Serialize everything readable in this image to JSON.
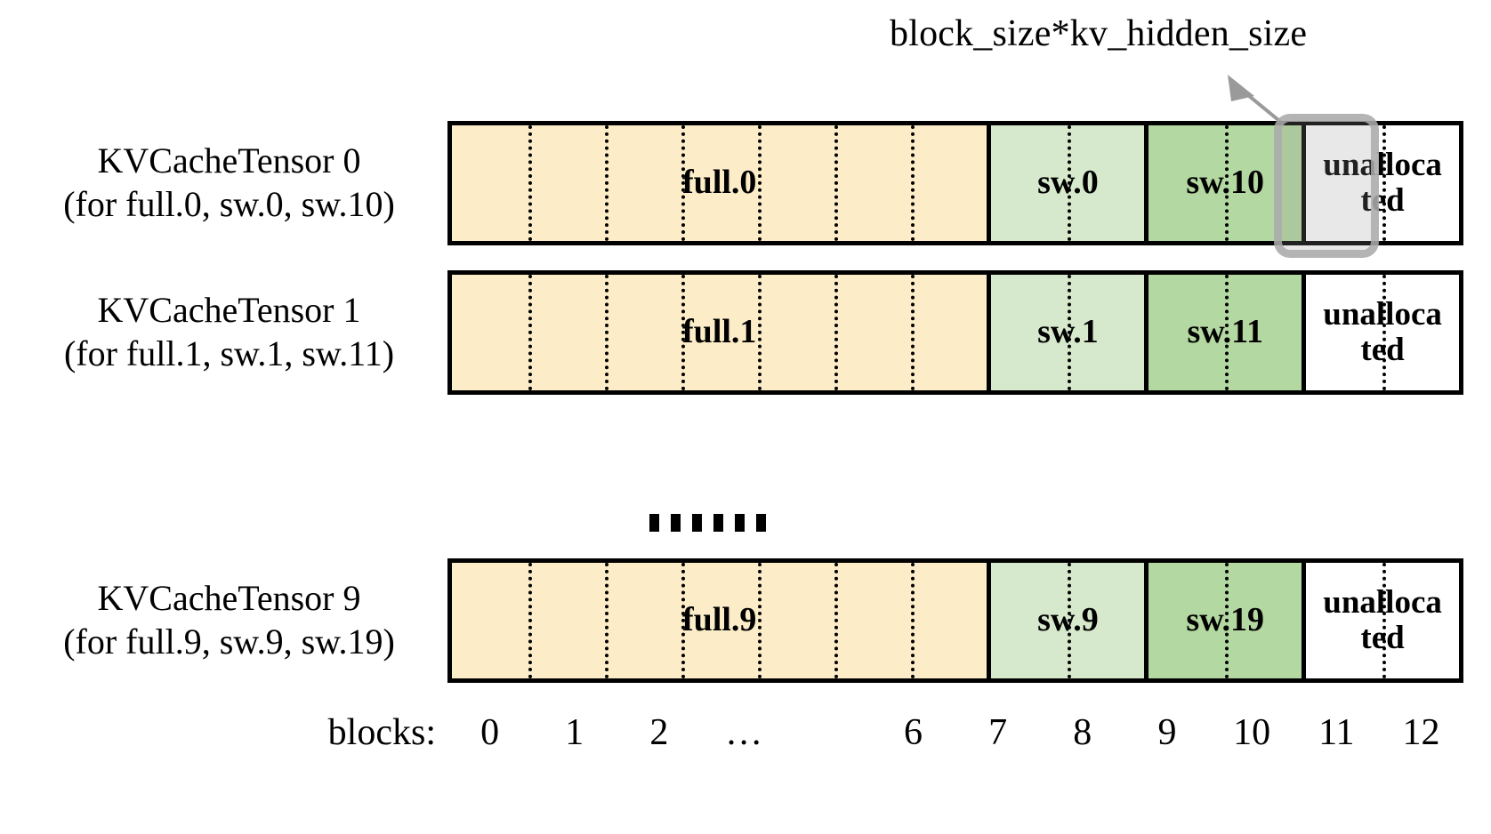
{
  "diagram": {
    "annotation": {
      "label": "block_size*kv_hidden_size",
      "arrow_icon": "callout-arrow-icon",
      "highlight_target_block": "11"
    },
    "colors": {
      "full_fill": "#FCEDC8",
      "sw_light_fill": "#D6E9CC",
      "sw_dark_fill": "#B3D8A1",
      "unallocated_fill": "#FFFFFF",
      "border": "#000000",
      "highlight_stroke": "#AAAAAA"
    },
    "rows": [
      {
        "title": "KVCacheTensor 0",
        "subtitle": "(for full.0, sw.0, sw.10)",
        "segments": [
          {
            "label": "full.0",
            "kind": "full",
            "blocks": 7
          },
          {
            "label": "sw.0",
            "kind": "sw_light",
            "blocks": 2
          },
          {
            "label": "sw.10",
            "kind": "sw_dark",
            "blocks": 2
          },
          {
            "label": "unalloca ted",
            "kind": "unallocated",
            "blocks": 2
          }
        ]
      },
      {
        "title": "KVCacheTensor 1",
        "subtitle": "(for full.1, sw.1, sw.11)",
        "segments": [
          {
            "label": "full.1",
            "kind": "full",
            "blocks": 7
          },
          {
            "label": "sw.1",
            "kind": "sw_light",
            "blocks": 2
          },
          {
            "label": "sw.11",
            "kind": "sw_dark",
            "blocks": 2
          },
          {
            "label": "unalloca ted",
            "kind": "unallocated",
            "blocks": 2
          }
        ]
      },
      {
        "title": "KVCacheTensor 9",
        "subtitle": "(for full.9, sw.9, sw.19)",
        "segments": [
          {
            "label": "full.9",
            "kind": "full",
            "blocks": 7
          },
          {
            "label": "sw.9",
            "kind": "sw_light",
            "blocks": 2
          },
          {
            "label": "sw.19",
            "kind": "sw_dark",
            "blocks": 2
          },
          {
            "label": "unalloca ted",
            "kind": "unallocated",
            "blocks": 2
          }
        ]
      }
    ],
    "ellipsis": {
      "symbol": "……",
      "dot_count": 6
    },
    "axis": {
      "title": "blocks:",
      "ticks": [
        "0",
        "1",
        "2",
        "…",
        "6",
        "7",
        "8",
        "9",
        "10",
        "11",
        "12"
      ],
      "tick_slots": [
        "0",
        "1",
        "2",
        "…",
        "",
        "6",
        "7",
        "8",
        "9",
        "10",
        "11",
        "12"
      ]
    }
  }
}
